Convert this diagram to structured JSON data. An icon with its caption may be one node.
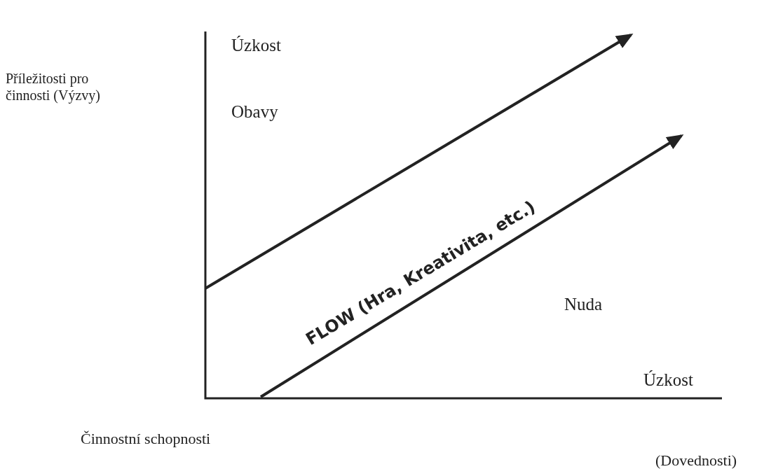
{
  "diagram": {
    "labels": [
      "Úzkost",
      "Příležitosti pro činnosti (Výzvy)",
      "Obavy",
      "FLOW (Hra, Kreativita, etc.)",
      "Nuda",
      "Úzkost",
      "Činnostní schopnosti",
      "(Dovednosti)"
    ]
  }
}
